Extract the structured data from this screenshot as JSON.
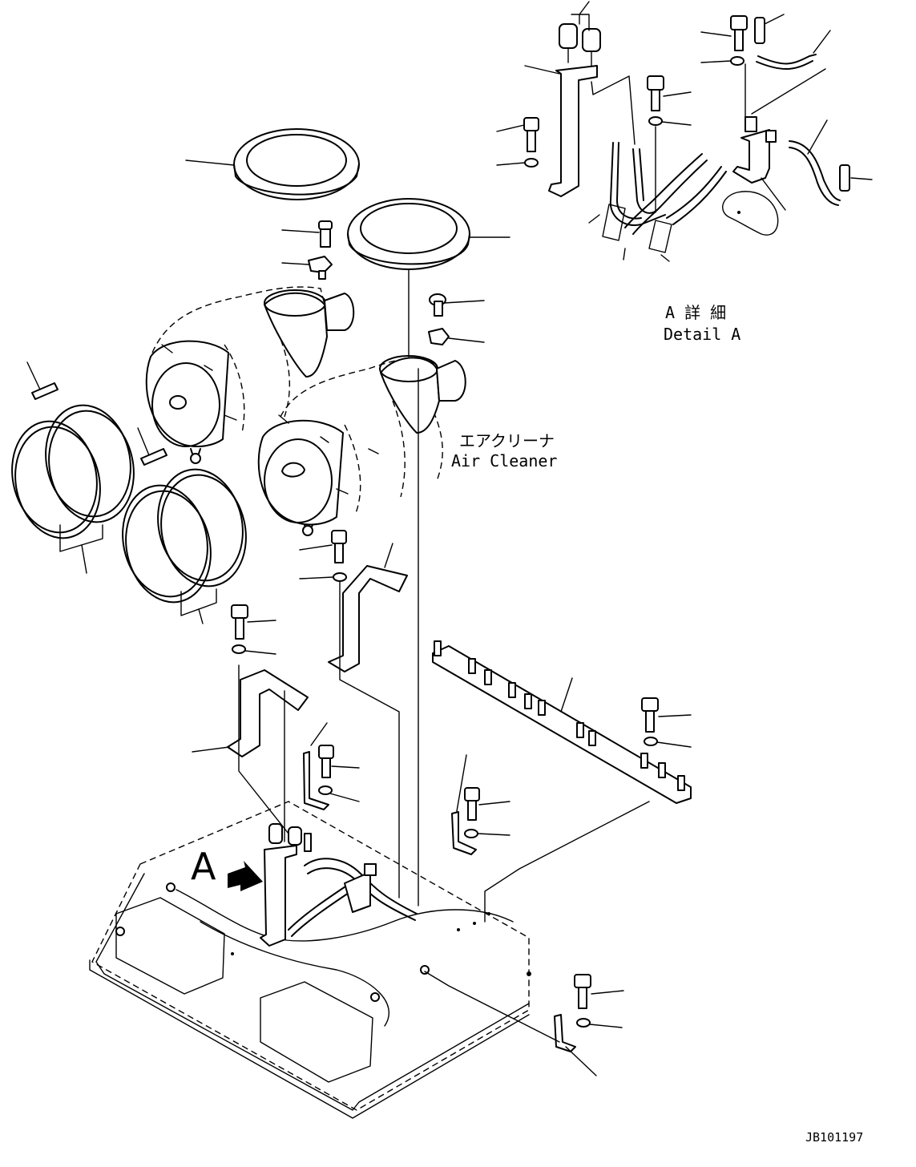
{
  "detail_callout": {
    "title_jp": "A 詳 細",
    "title_en": "Detail A"
  },
  "component_label": {
    "jp": "エアクリーナ",
    "en": "Air Cleaner"
  },
  "view_marker": "A",
  "drawing_number": "JB101197"
}
